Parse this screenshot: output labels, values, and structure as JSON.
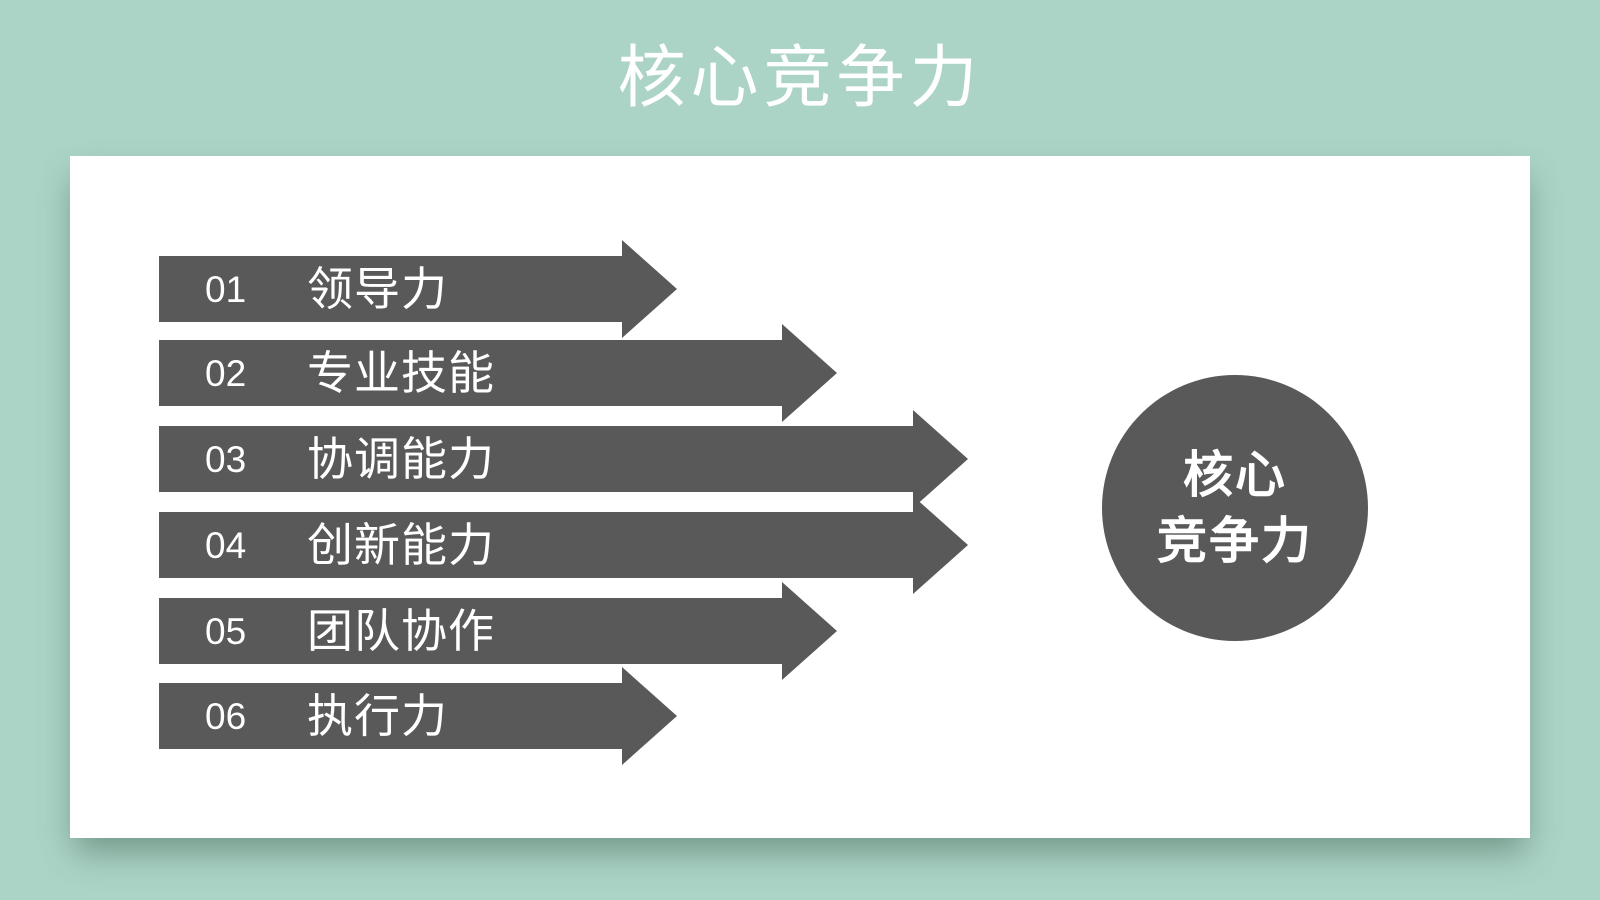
{
  "slide": {
    "title": "核心竞争力"
  },
  "arrows": [
    {
      "number": "01",
      "label": "领导力",
      "size": "short"
    },
    {
      "number": "02",
      "label": "专业技能",
      "size": "medium"
    },
    {
      "number": "03",
      "label": "协调能力",
      "size": "long"
    },
    {
      "number": "04",
      "label": "创新能力",
      "size": "long"
    },
    {
      "number": "05",
      "label": "团队协作",
      "size": "medium"
    },
    {
      "number": "06",
      "label": "执行力",
      "size": "short"
    }
  ],
  "circle": {
    "line1": "核心",
    "line2": "竞争力"
  },
  "colors": {
    "background": "#acd4c6",
    "card": "#ffffff",
    "shape_gray": "#595959",
    "text_on_shape": "#ffffff"
  }
}
